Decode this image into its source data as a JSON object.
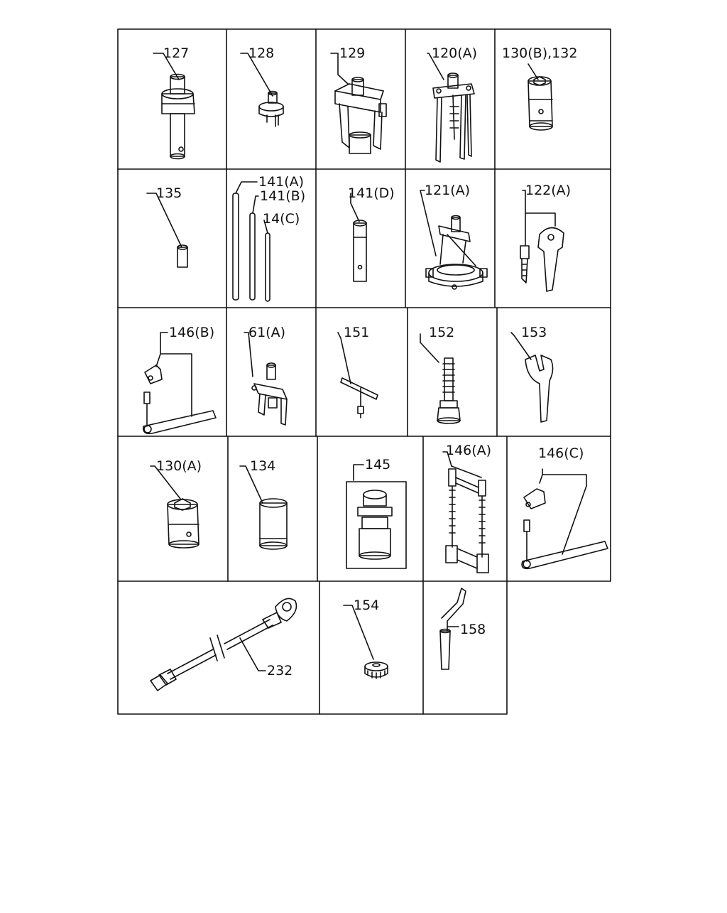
{
  "labels": {
    "p127": "127",
    "p128": "128",
    "p129": "129",
    "p120a": "120(A)",
    "p130b132": "130(B),132",
    "p135": "135",
    "p141a": "141(A)",
    "p141b": "141(B)",
    "p141c": "14(C)",
    "p141d": "141(D)",
    "p121a": "121(A)",
    "p122a": "122(A)",
    "p146b": "146(B)",
    "p61a": "61(A)",
    "p151": "151",
    "p152": "152",
    "p153": "153",
    "p130a": "130(A)",
    "p134": "134",
    "p145": "145",
    "p146a": "146(A)",
    "p146c": "146(C)",
    "p232": "232",
    "p154": "154",
    "p158": "158"
  }
}
